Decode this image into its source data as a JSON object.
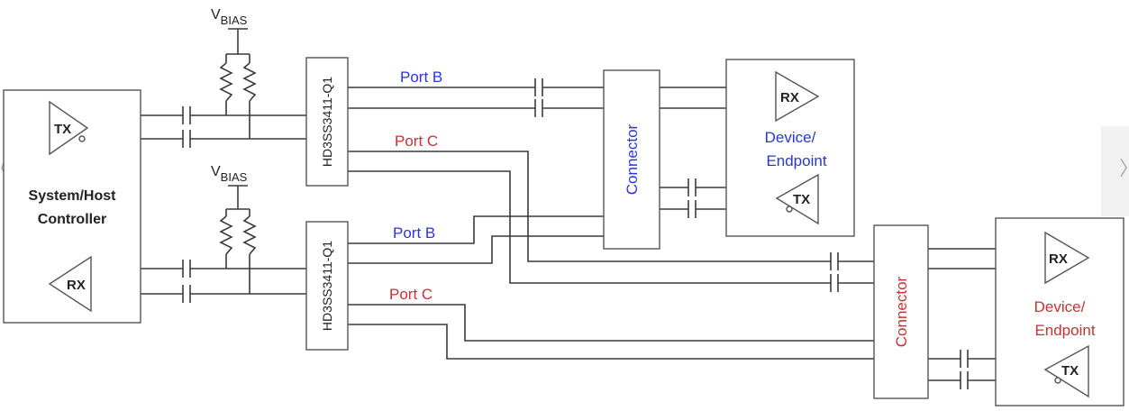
{
  "colors": {
    "port_b": "#2a35d8",
    "port_c": "#c43333",
    "device_top": "#2a35d8",
    "device_bottom": "#c43333",
    "text": "#222222"
  },
  "host": {
    "label_line1": "System/Host",
    "label_line2": "Controller",
    "tx_label": "TX",
    "rx_label": "RX"
  },
  "bias": {
    "prefix": "V",
    "subscript": "BIAS"
  },
  "switch": {
    "label": "HD3SS3411-Q1"
  },
  "ports": {
    "b": "Port B",
    "c": "Port C"
  },
  "connector": {
    "label": "Connector"
  },
  "device": {
    "line1": "Device/",
    "line2": "Endpoint",
    "rx_label": "RX",
    "tx_label": "TX"
  },
  "icons": {
    "right_edge": "chevron-right-icon",
    "left_edge": "chevron-left-icon"
  }
}
